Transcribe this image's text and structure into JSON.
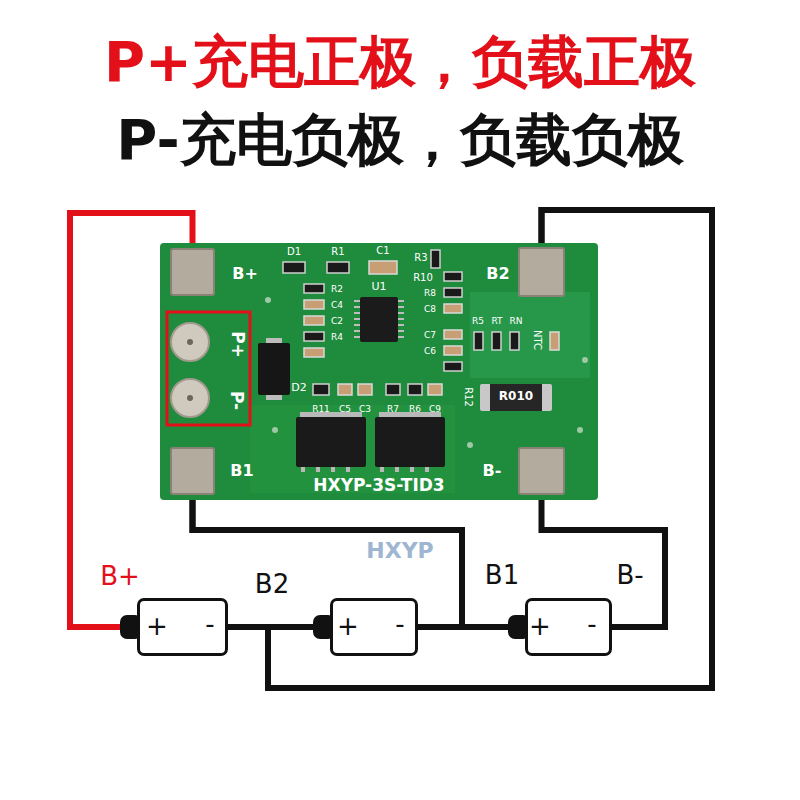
{
  "diagram": {
    "title": "P+充电正极，负载正极",
    "nodes": [
      {
        "text": [
          "HXYP-3S-TID3"
        ]
      },
      {
        "text": [
          "B+"
        ],
        "in": 0
      },
      {
        "text": [
          "B2"
        ],
        "in": 0
      },
      {
        "text": [
          "P+"
        ],
        "in": 0
      },
      {
        "text": [
          "P-"
        ],
        "in": 0
      },
      {
        "text": [
          "B1"
        ],
        "in": 0
      },
      {
        "text": [
          "B-"
        ],
        "in": 0
      },
      {
        "text": [
          "+",
          "-"
        ]
      },
      {
        "text": [
          "+",
          "-"
        ]
      },
      {
        "text": [
          "+",
          "-"
        ]
      }
    ],
    "edges": [
      {
        "from": 1,
        "to": 7,
        "arrow": "none"
      },
      {
        "from": 2,
        "to": 7,
        "arrow": "none"
      },
      {
        "from": 2,
        "to": 8,
        "arrow": "none"
      },
      {
        "from": 7,
        "to": 8,
        "arrow": "none"
      },
      {
        "from": 5,
        "to": 8,
        "arrow": "none"
      },
      {
        "from": 5,
        "to": 9,
        "arrow": "none"
      },
      {
        "from": 8,
        "to": 9,
        "arrow": "none"
      },
      {
        "from": 6,
        "to": 9,
        "arrow": "none"
      }
    ],
    "labels": [
      "P-充电负极，负载负极",
      "D1",
      "R1",
      "C1",
      "R3",
      "R10",
      "R2",
      "C4",
      "C2",
      "R4",
      "U1",
      "R8",
      "C8",
      "C7",
      "C6",
      "R5",
      "RT",
      "RN",
      "NTC",
      "D2",
      "R11",
      "C5",
      "C3",
      "R7",
      "R6",
      "C9",
      "R12",
      "R010",
      "HXYP",
      "B+",
      "B2",
      "B1",
      "B-"
    ]
  }
}
